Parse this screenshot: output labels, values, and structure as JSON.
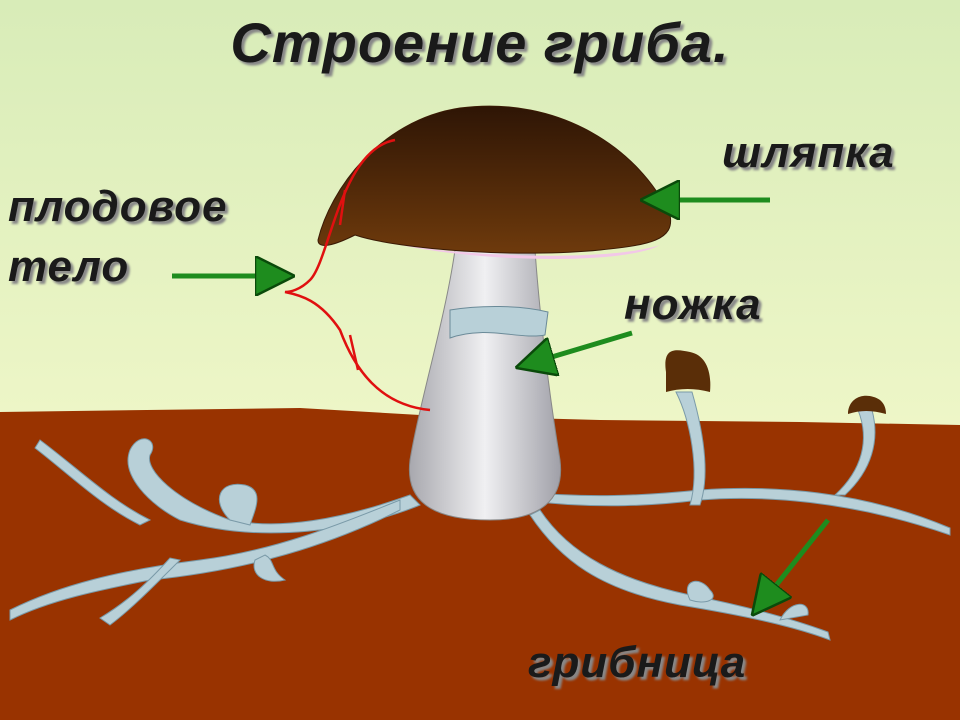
{
  "title": "Строение гриба.",
  "labels": {
    "cap": "шляпка",
    "fruit_body_line1": "плодовое",
    "fruit_body_line2": "тело",
    "stem": "ножка",
    "mycelium": "грибница"
  },
  "colors": {
    "sky_top": "#d8ecb8",
    "sky_bottom": "#fdfdd2",
    "soil": "#993300",
    "cap": "#5a2e08",
    "stem": "#c8c8cc",
    "mycelium": "#b8d0d8",
    "arrow": "#1e8c1e",
    "bracket": "#e01010"
  }
}
